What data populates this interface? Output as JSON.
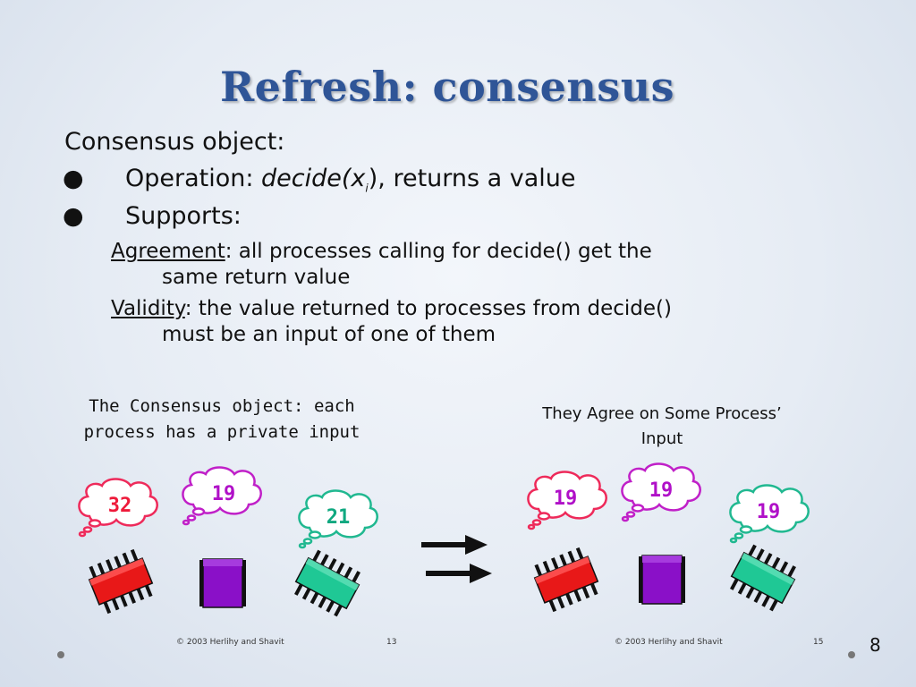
{
  "slide": {
    "title": "Refresh: consensus",
    "intro": "Consensus object:",
    "bullets": [
      {
        "prefix": "Operation: ",
        "func": "decide(x",
        "sub": "i",
        "suffix": "), returns a value"
      },
      {
        "text": "Supports:"
      }
    ],
    "agreement": {
      "term": "Agreement",
      "rest": ": all processes calling for decide() get the",
      "cont": "same return value"
    },
    "validity": {
      "term": "Validity",
      "rest": ": the value returned to processes from decide()",
      "cont": "must be an input of one of them"
    },
    "bullet_glyph": "●",
    "page_number": "8"
  },
  "left_figure": {
    "caption_line1": "The Consensus object: each",
    "caption_line2": "process has a private input",
    "values": [
      "32",
      "19",
      "21"
    ],
    "footer_copyright": "© 2003 Herlihy and Shavit",
    "footer_page": "13"
  },
  "right_figure": {
    "caption_line1": "They Agree on Some Process’",
    "caption_line2": "Input",
    "values": [
      "19",
      "19",
      "19"
    ],
    "footer_copyright": "© 2003 Herlihy and Shavit",
    "footer_page": "15"
  },
  "colors": {
    "title": "#2f5597",
    "red": "#e81818",
    "purple": "#8a10c8",
    "green": "#1fc895",
    "cloud_red": "#ee2a5a",
    "cloud_purple": "#c020c8",
    "cloud_green": "#20b890"
  },
  "icons": [
    "chip-icon",
    "thought-bubble-icon",
    "double-arrow-icon"
  ]
}
